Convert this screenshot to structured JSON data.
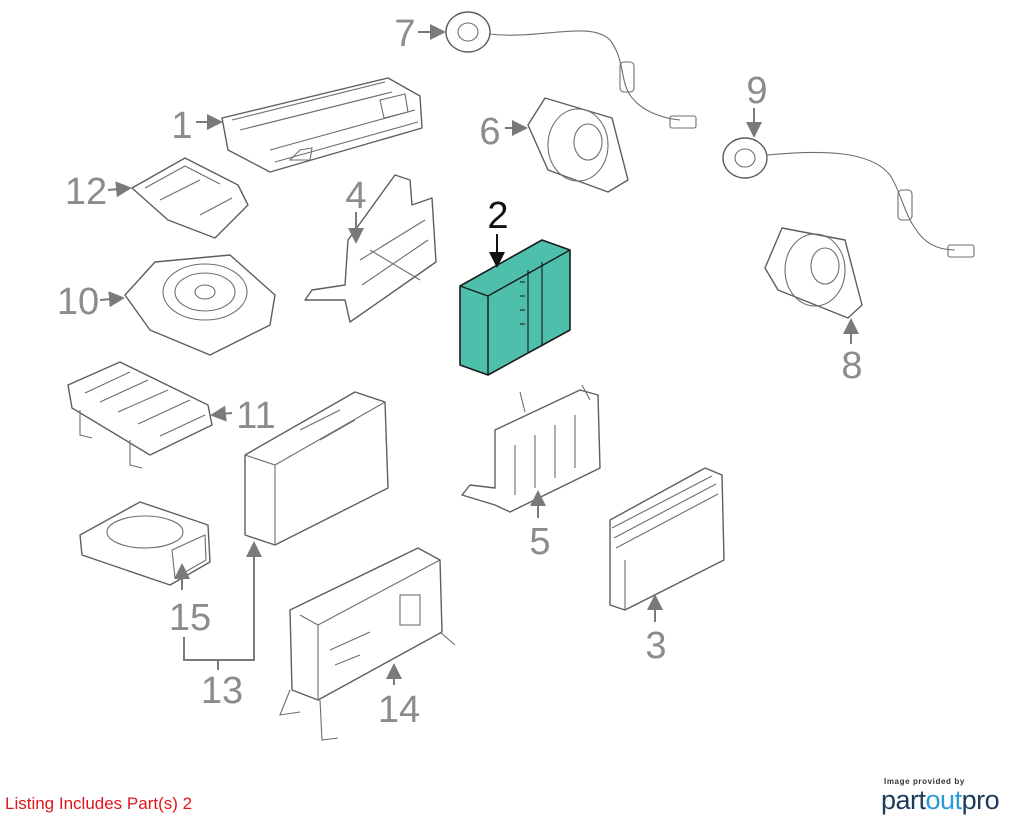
{
  "callouts": {
    "p1": "1",
    "p2": "2",
    "p3": "3",
    "p4": "4",
    "p5": "5",
    "p6": "6",
    "p7": "7",
    "p8": "8",
    "p9": "9",
    "p10": "10",
    "p11": "11",
    "p12": "12",
    "p13": "13",
    "p14": "14",
    "p15": "15"
  },
  "highlight": {
    "part": "2",
    "color": "#4dbfaa"
  },
  "caption": "Listing Includes Part(s) 2",
  "credit": {
    "small": "Image provided by",
    "brand_left": "part",
    "brand_mid": "out",
    "brand_right": "pro"
  },
  "colors": {
    "caption": "#e0151b",
    "brand_dark": "#1d3b5c",
    "brand_light": "#2a9bd8"
  }
}
